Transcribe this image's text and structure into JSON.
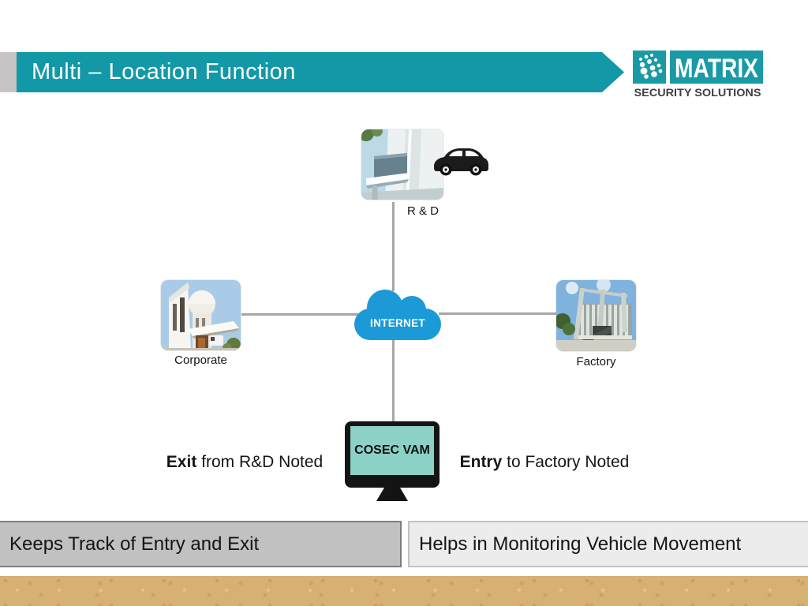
{
  "slide": {
    "title": "Multi – Location Function",
    "logo": {
      "brand": "MATRIX",
      "tagline": "SECURITY SOLUTIONS"
    },
    "diagram": {
      "internet_label": "INTERNET",
      "rd_label": "R & D",
      "corporate_label": "Corporate",
      "factory_label": "Factory",
      "monitor_label": "COSEC VAM",
      "exit_note": {
        "lead": "Exit",
        "rest": " from R&D Noted"
      },
      "entry_note": {
        "lead": "Entry",
        "rest": " to Factory Noted"
      }
    },
    "footer": {
      "left": "Keeps Track of Entry and Exit",
      "right": "Helps in Monitoring Vehicle Movement"
    },
    "colors": {
      "accent_teal": "#1298A6",
      "logo_teal": "#1A9AA6",
      "cloud_blue": "#1B9AD7",
      "screen_teal": "#8BD1C6",
      "sand": "#D7B073",
      "bar_left_fill": "#C1C1C1",
      "bar_right_fill": "#ECECEC",
      "connector_gray": "#A6A6A6",
      "logo_text_dark": "#3F3F3F"
    }
  }
}
